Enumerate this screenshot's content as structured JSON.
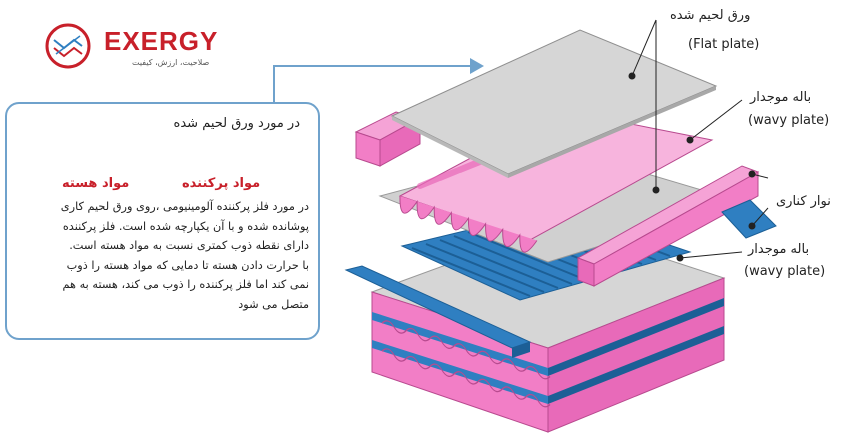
{
  "logo": {
    "brand": "EXERGY",
    "tagline": "صلاحیت، ارزش، کیفیت"
  },
  "info": {
    "title": "در مورد ورق لحیم شده",
    "core_label": "مواد هسته",
    "filler_label": "مواد پرکننده",
    "body_lines": [
      "در مورد فلز پرکننده آلومینیومی ،روی ورق لحیم کاری",
      "پوشانده شده و با آن یکپارچه شده است. فلز پرکننده",
      "دارای نقطه ذوب کمتری نسبت به مواد هسته است.",
      "با حرارت دادن هسته تا دمایی که مواد هسته را ذوب",
      "نمی کند اما فلز پرکننده را ذوب می کند، هسته به هم",
      "متصل می شود"
    ]
  },
  "labels": {
    "flat_plate_fa": "ورق لحیم شده",
    "flat_plate_en": "(Flat plate)",
    "wavy_top_fa": "باله موجدار",
    "wavy_top_en": "(wavy plate)",
    "side_bar_fa": "نوار کناری",
    "wavy_bottom_fa": "باله موجدار",
    "wavy_bottom_en": "(wavy plate)"
  },
  "colors": {
    "pink": "#f27ec6",
    "pink_dark": "#d65aa8",
    "blue": "#2f7fc1",
    "blue_dark": "#1c5f96",
    "plate": "#cfcfcf",
    "callout": "#6fa2cc",
    "brand_red": "#c8202a"
  }
}
